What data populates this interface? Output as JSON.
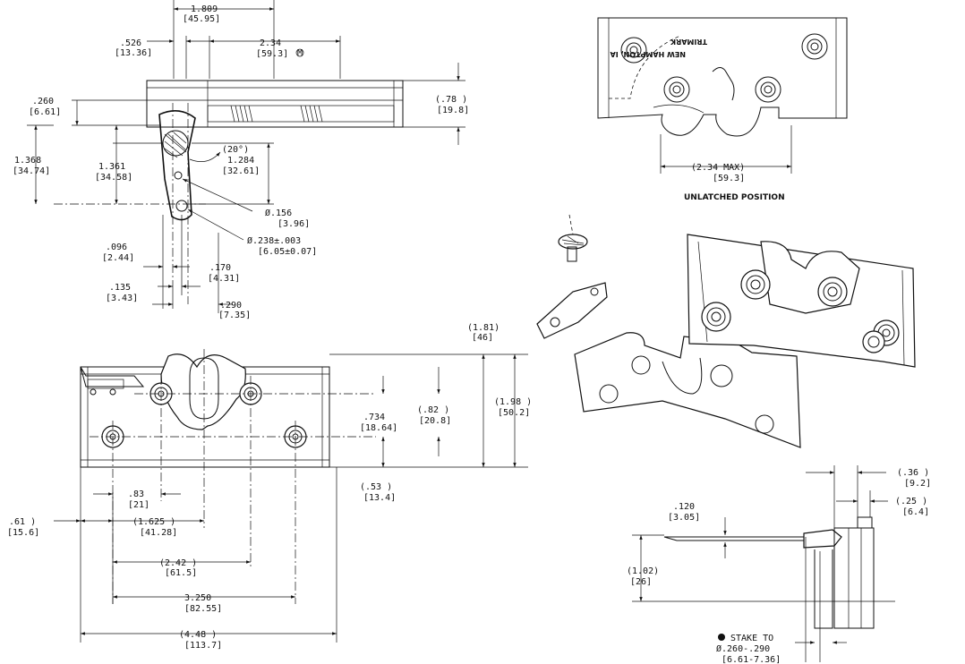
{
  "dims": {
    "d_1809": [
      "1.809",
      "[45.95]"
    ],
    "d_526": [
      ".526",
      "[13.36]"
    ],
    "d_234": [
      "2.34",
      "[59.3]"
    ],
    "d_260": [
      ".260",
      "[6.61]"
    ],
    "d_78": [
      "(.78  )",
      "[19.8]"
    ],
    "d_1368": [
      "1.368",
      "[34.74]"
    ],
    "d_1361": [
      "1.361",
      "[34.58]"
    ],
    "d_20deg": "(20°)",
    "d_1284": [
      "1.284",
      "[32.61]"
    ],
    "d_156": [
      "Ø.156",
      "[3.96]"
    ],
    "d_238": [
      "Ø.238±.003",
      "[6.05±0.07]"
    ],
    "d_096": [
      ".096",
      "[2.44]"
    ],
    "d_170": [
      ".170",
      "[4.31]"
    ],
    "d_135": [
      ".135",
      "[3.43]"
    ],
    "d_290": [
      ".290",
      "[7.35]"
    ],
    "d_181": [
      "(1.81)",
      "[46]"
    ],
    "d_082": [
      "(.82  )",
      "[20.8]"
    ],
    "d_198": [
      "(1.98  )",
      "[50.2]"
    ],
    "d_734": [
      ".734",
      "[18.64]"
    ],
    "d_053": [
      "(.53   )",
      "[13.4]"
    ],
    "d_083": [
      ".83",
      "[21]"
    ],
    "d_061": [
      ".61   )",
      "[15.6]"
    ],
    "d_1625": [
      "(1.625  )",
      "[41.28]"
    ],
    "d_242": [
      "(2.42   )",
      "[61.5]"
    ],
    "d_3250": [
      "3.250",
      "[82.55]"
    ],
    "d_448": [
      "(4.48   )",
      "[113.7]"
    ],
    "d_234max": [
      "(2.34  MAX)",
      "[59.3]"
    ],
    "d_036": [
      "(.36  )",
      "[9.2]"
    ],
    "d_025": [
      "(.25  )",
      "[6.4]"
    ],
    "d_120": [
      ".120",
      "[3.05]"
    ],
    "d_102": [
      "(1.02)",
      "[26]"
    ]
  },
  "labels": {
    "unlatched": "UNLATCHED POSITION",
    "stake_title": "STAKE TO",
    "stake_dim": "Ø.260-.290",
    "stake_mm": "[6.61-7.36]",
    "emboss_1": "TRIMARK",
    "emboss_2": "NEW HAMPTON, IA",
    "datum_symbol": "M"
  }
}
